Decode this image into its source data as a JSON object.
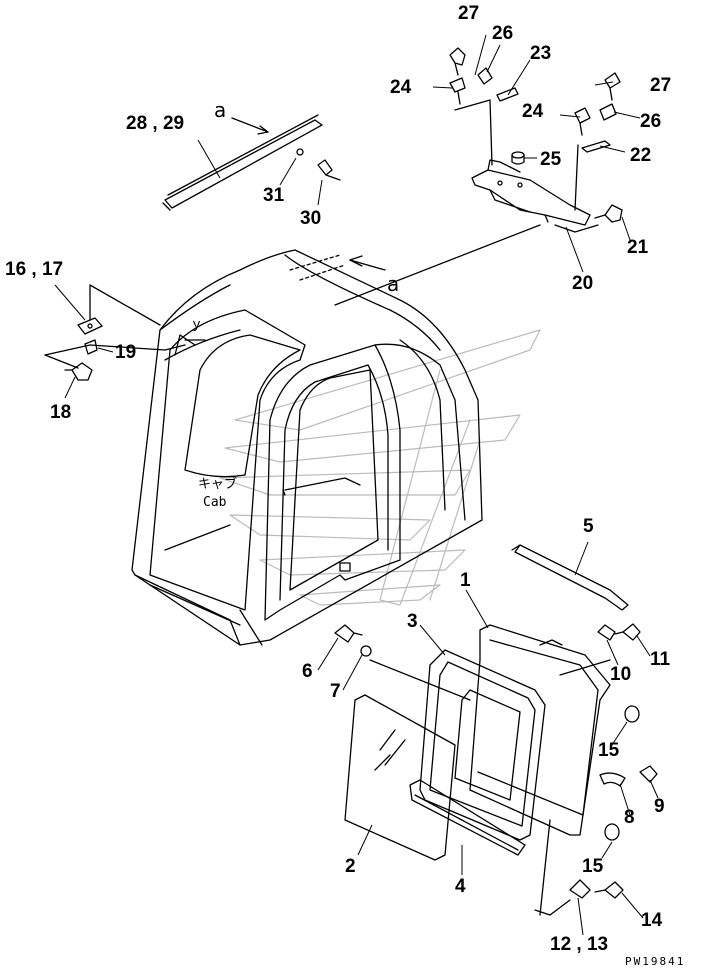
{
  "drawing": {
    "code": "PW19841",
    "view_marker": "a",
    "cab_text": [
      "キャブ",
      "Cab"
    ],
    "mark_y": "ｙ"
  },
  "callouts": [
    {
      "id": "27a",
      "text": "27"
    },
    {
      "id": "26a",
      "text": "26"
    },
    {
      "id": "23",
      "text": "23"
    },
    {
      "id": "24a",
      "text": "24"
    },
    {
      "id": "27b",
      "text": "27"
    },
    {
      "id": "24b",
      "text": "24"
    },
    {
      "id": "26b",
      "text": "26"
    },
    {
      "id": "25",
      "text": "25"
    },
    {
      "id": "22",
      "text": "22"
    },
    {
      "id": "28_29",
      "text": "28 , 29"
    },
    {
      "id": "31",
      "text": "31"
    },
    {
      "id": "30",
      "text": "30"
    },
    {
      "id": "21",
      "text": "21"
    },
    {
      "id": "20",
      "text": "20"
    },
    {
      "id": "16_17",
      "text": "16 , 17"
    },
    {
      "id": "19",
      "text": "19"
    },
    {
      "id": "18",
      "text": "18"
    },
    {
      "id": "5",
      "text": "5"
    },
    {
      "id": "1",
      "text": "1"
    },
    {
      "id": "3",
      "text": "3"
    },
    {
      "id": "10",
      "text": "10"
    },
    {
      "id": "11",
      "text": "11"
    },
    {
      "id": "6",
      "text": "6"
    },
    {
      "id": "7",
      "text": "7"
    },
    {
      "id": "15a",
      "text": "15"
    },
    {
      "id": "9",
      "text": "9"
    },
    {
      "id": "8",
      "text": "8"
    },
    {
      "id": "2",
      "text": "2"
    },
    {
      "id": "15b",
      "text": "15"
    },
    {
      "id": "4",
      "text": "4"
    },
    {
      "id": "14",
      "text": "14"
    },
    {
      "id": "12_13",
      "text": "12 , 13"
    }
  ]
}
